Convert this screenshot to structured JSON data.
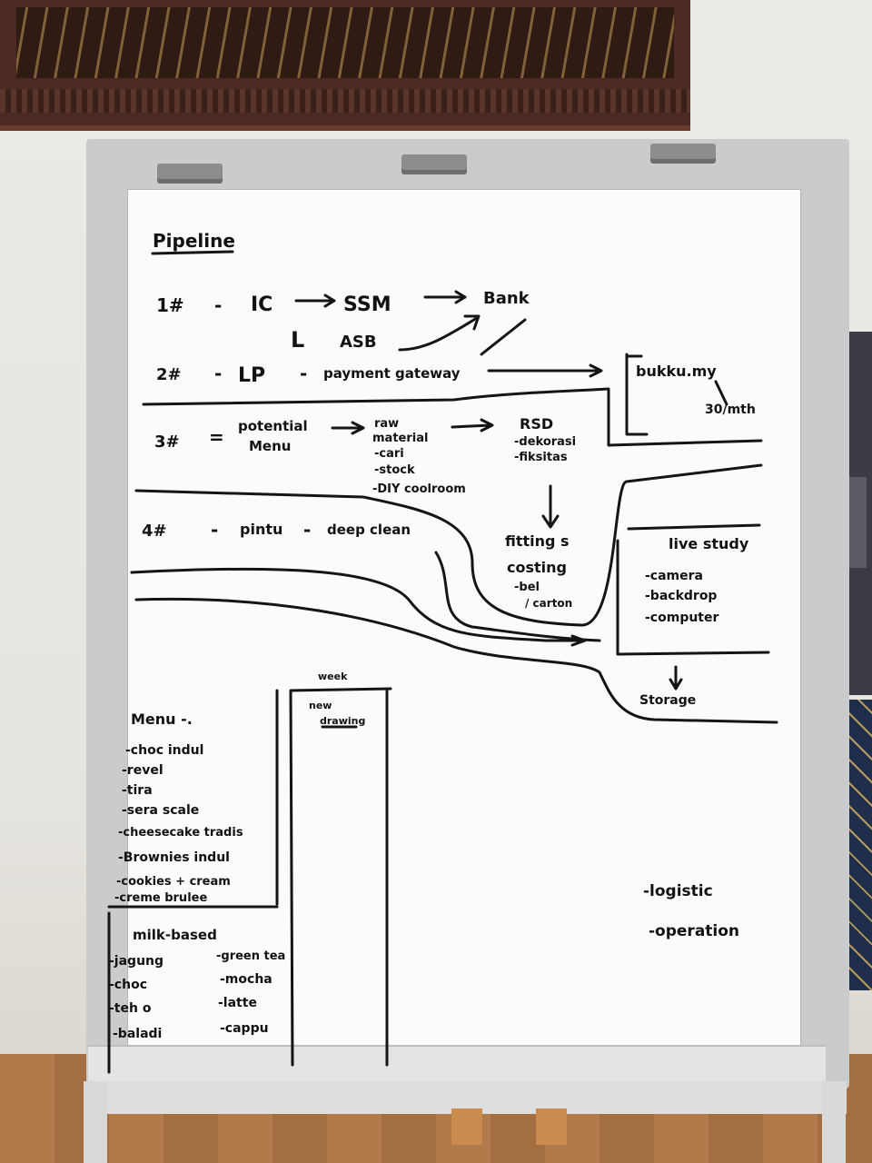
{
  "board": {
    "title": "Pipeline",
    "row1": {
      "num": "1#",
      "dash": "-",
      "ic": "IC",
      "ssm": "SSM",
      "bank": "Bank",
      "l": "L",
      "asb": "ASB"
    },
    "row2": {
      "num": "2#",
      "dash": "-",
      "lp": "LP",
      "dash2": "-",
      "gateway": "payment gateway"
    },
    "bukku": {
      "name": "bukku.my",
      "price": "30/mth"
    },
    "row3": {
      "num": "3#",
      "eq": "=",
      "potential": "potential",
      "menu": "Menu",
      "raw": "raw",
      "material": "material",
      "cari": "-cari",
      "stock": "-stock",
      "diy": "-DIY coolroom",
      "rsd": "RSD",
      "rsd_sub1": "-dekorasi",
      "rsd_sub2": "-fiksitas"
    },
    "row4": {
      "num": "4#",
      "dash": "-",
      "pintu": "pintu",
      "dash2": "-",
      "deep_clean": "deep clean"
    },
    "fitting": {
      "title": "fitting s",
      "costing": "costing",
      "bel": "-bel",
      "carton": "/ carton"
    },
    "live_study": {
      "title": "live study",
      "items": [
        "-camera",
        "-backdrop",
        "-computer"
      ]
    },
    "storage": "Storage",
    "week": "week",
    "week_item1": "new",
    "week_item2": "drawing",
    "menu_title": "Menu -.",
    "menu_items": [
      "-choc indul",
      "-revel",
      "-tira",
      "-sera scale",
      "-cheesecake tradis",
      "-Brownies indul",
      "-cookies + cream",
      "-creme brulee"
    ],
    "milk_title": "milk-based",
    "milk_left": [
      "-jagung",
      "-choc",
      "-teh o",
      "-baladi"
    ],
    "milk_right": [
      "-green tea",
      "-mocha",
      "-latte",
      "-cappu"
    ],
    "ops": [
      "-logistic",
      "-operation"
    ]
  }
}
